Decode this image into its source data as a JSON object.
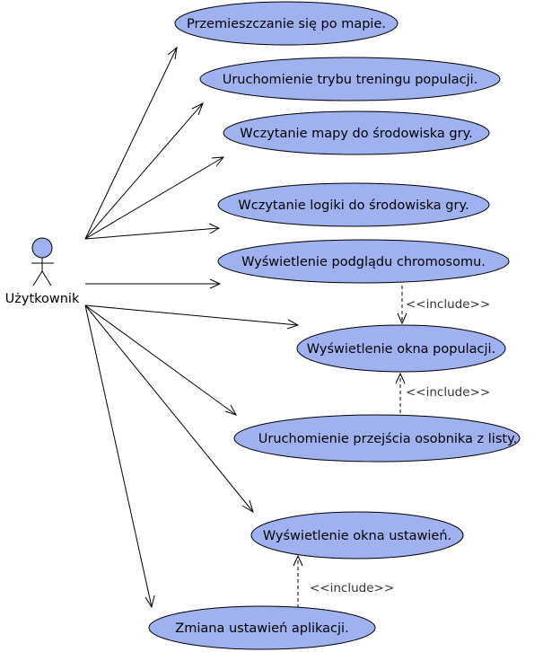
{
  "actor": {
    "name": "Użytkownik",
    "color": "#9fb1ee"
  },
  "use_cases": [
    {
      "id": "uc1",
      "label": "Przemieszczanie się po mapie."
    },
    {
      "id": "uc2",
      "label": "Uruchomienie trybu treningu populacji."
    },
    {
      "id": "uc3",
      "label": "Wczytanie mapy do środowiska gry."
    },
    {
      "id": "uc4",
      "label": "Wczytanie logiki do środowiska gry."
    },
    {
      "id": "uc5",
      "label": "Wyświetlenie podglądu chromosomu."
    },
    {
      "id": "uc6",
      "label": "Wyświetlenie okna populacji."
    },
    {
      "id": "uc7",
      "label": "Uruchomienie przejścia osobnika z listy."
    },
    {
      "id": "uc8",
      "label": "Wyświetlenie okna ustawień."
    },
    {
      "id": "uc9",
      "label": "Zmiana ustawień aplikacji."
    }
  ],
  "includes": [
    {
      "from": "uc5",
      "to": "uc6",
      "label": "<<include>>"
    },
    {
      "from": "uc7",
      "to": "uc6",
      "label": "<<include>>"
    },
    {
      "from": "uc9",
      "to": "uc8",
      "label": "<<include>>"
    }
  ],
  "colors": {
    "use_case_fill": "#9fb1ee",
    "stroke": "#000000"
  }
}
